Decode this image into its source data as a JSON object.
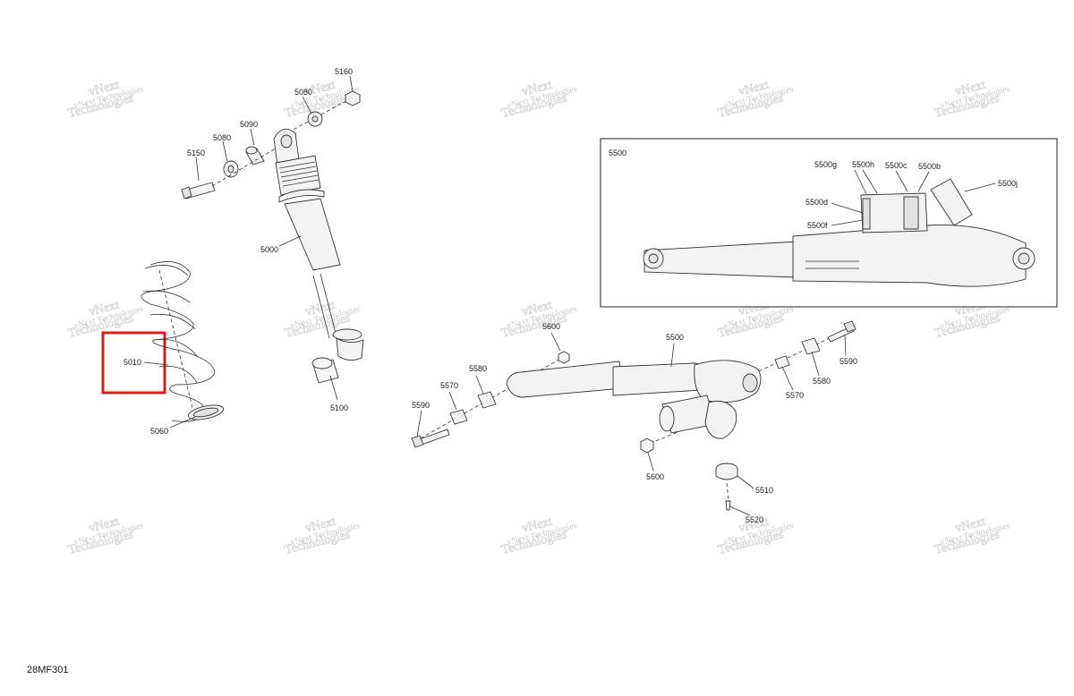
{
  "diagram_code": "28MF301",
  "watermark": {
    "line1": "vNext",
    "line2": "Technologies",
    "line3": "vNext Technologies"
  },
  "highlight": {
    "label": "5010",
    "color": "#e01b1b"
  },
  "parts": {
    "p5160": "5160",
    "p5080a": "5080",
    "p5090": "5090",
    "p5080b": "5080",
    "p5150": "5150",
    "p5000": "5000",
    "p5010": "5010",
    "p5060": "5060",
    "p5100": "5100",
    "p5500": "5500",
    "p5600a": "5600",
    "p5580a": "5580",
    "p5570a": "5570",
    "p5590a": "5590",
    "p5590b": "5590",
    "p5580b": "5580",
    "p5570b": "5570",
    "p5600b": "5600",
    "p5510": "5510",
    "p5520": "5520"
  },
  "inset": {
    "title": "5500",
    "labels": {
      "a5500g": "5500g",
      "a5500h": "5500h",
      "a5500c": "5500c",
      "a5500b": "5500b",
      "a5500j": "5500j",
      "a5500d": "5500d",
      "a5500f": "5500f"
    }
  }
}
